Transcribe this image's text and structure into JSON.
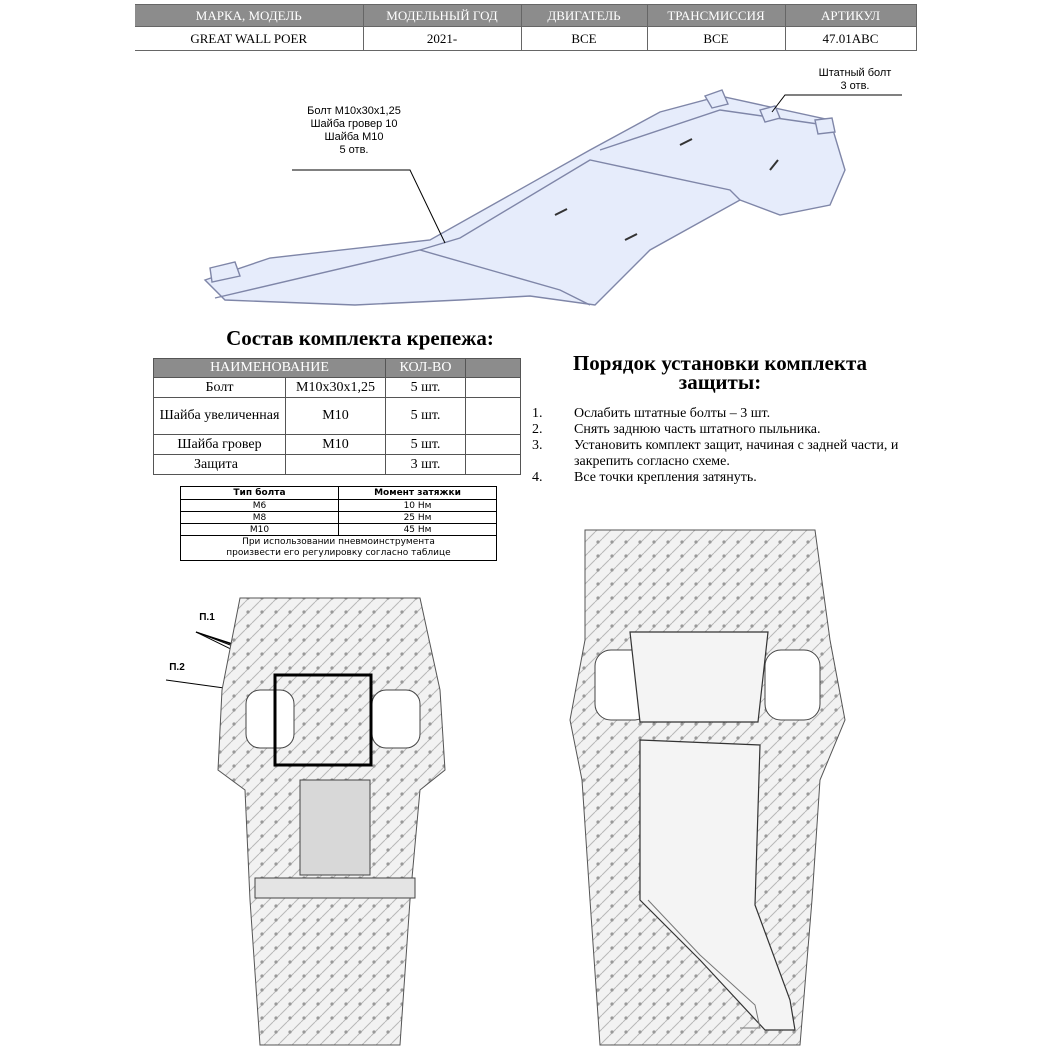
{
  "header": {
    "columns": [
      "МАРКА, МОДЕЛЬ",
      "МОДЕЛЬНЫЙ ГОД",
      "ДВИГАТЕЛЬ",
      "ТРАНСМИССИЯ",
      "АРТИКУЛ"
    ],
    "values": [
      "GREAT WALL POER",
      "2021-",
      "ВСЕ",
      "ВСЕ",
      "47.01ABC"
    ]
  },
  "callouts": {
    "std_bolt_line1": "Штатный болт",
    "std_bolt_line2": "3 отв.",
    "bolt_line1": "Болт М10х30х1,25",
    "bolt_line2": "Шайба гровер 10",
    "bolt_line3": "Шайба М10",
    "bolt_line4": "5 отв."
  },
  "kit": {
    "title": "Состав комплекта крепежа:",
    "headers": [
      "НАИМЕНОВАНИЕ",
      "КОЛ-ВО"
    ],
    "rows": [
      {
        "name": "Болт",
        "size": "М10х30х1,25",
        "qty": "5 шт."
      },
      {
        "name": "Шайба увеличенная",
        "size": "М10",
        "qty": "5 шт."
      },
      {
        "name": "Шайба гровер",
        "size": "М10",
        "qty": "5 шт."
      },
      {
        "name": "Защита",
        "size": "",
        "qty": "3 шт."
      }
    ]
  },
  "torque": {
    "headers": [
      "Тип болта",
      "Момент затяжки"
    ],
    "rows": [
      {
        "type": "М6",
        "torque": "10 Нм"
      },
      {
        "type": "М8",
        "torque": "25 Нм"
      },
      {
        "type": "М10",
        "torque": "45 Нм"
      }
    ],
    "note_line1": "При использовании пневмоинструмента",
    "note_line2": "произвести его регулировку согласно таблице"
  },
  "order": {
    "title_line1": "Порядок установки комплекта",
    "title_line2": "защиты:",
    "steps": [
      {
        "num": "1.",
        "text": "Ослабить штатные болты – 3 шт."
      },
      {
        "num": "2.",
        "text": "Снять заднюю часть штатного пыльника."
      },
      {
        "num": "3.",
        "text": "Установить комплект защит, начиная с задней части, и закрепить согласно схеме."
      },
      {
        "num": "4.",
        "text": "Все точки крепления затянуть."
      }
    ]
  },
  "diagram_labels": {
    "p1": "П.1",
    "p2": "П.2"
  },
  "colors": {
    "header_bg": "#8c8c8c",
    "plate_fill": "#e6ecfb",
    "plate_stroke": "#7f86a8"
  }
}
